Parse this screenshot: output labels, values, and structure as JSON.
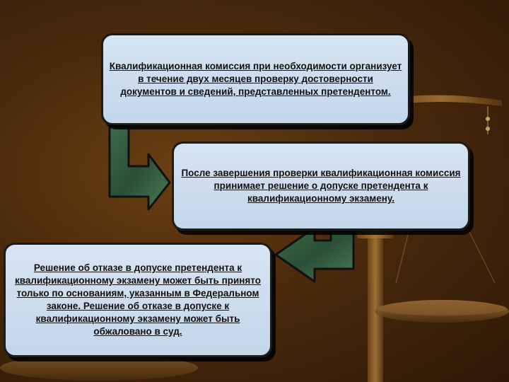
{
  "nodes": [
    {
      "id": "step1",
      "text": "Квалификационная комиссия при необходимости организует в течение двух месяцев проверку достоверности документов и сведений, представленных претендентом."
    },
    {
      "id": "step2",
      "text": "После завершения проверки квалификационная комиссия принимает решение о допуске претендента к квалификационному экзамену."
    },
    {
      "id": "step3",
      "text": "Решение об отказе в допуске претендента к квалификационному экзамену может быть принято только по основаниям, указанным в Федеральном законе. Решение об отказе в допуске к квалификационному экзамену может быть обжаловано в суд."
    }
  ],
  "edges": [
    {
      "from": "step1",
      "to": "step2"
    },
    {
      "from": "step2",
      "to": "step3"
    }
  ],
  "colors": {
    "box_fill": "#c9d9ec",
    "arrow_fill": "#2f5a3c",
    "background": "#4a2a0c"
  }
}
